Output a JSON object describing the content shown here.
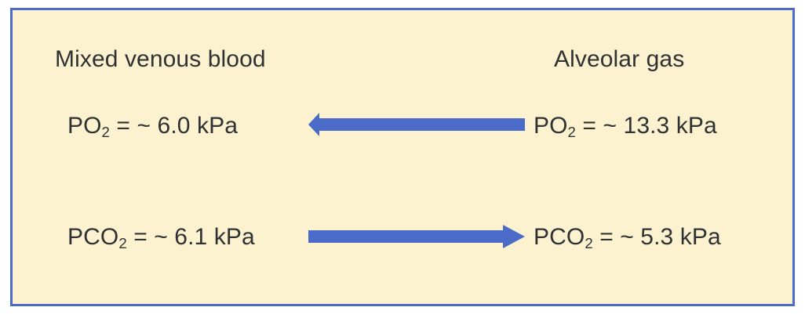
{
  "panel": {
    "background_color": "#fcf2cf",
    "border_color": "#4a6cc8",
    "text_color": "#2f3133",
    "arrow_color": "#4a6cc8"
  },
  "columns": {
    "left_heading": "Mixed venous blood",
    "right_heading": "Alveolar gas"
  },
  "rows": [
    {
      "gas_symbol": "PO",
      "gas_subscript": "2",
      "left_prefix": "PO",
      "left_subscript": "2",
      "left_value": " = ~ 6.0 kPa",
      "right_prefix": "PO",
      "right_subscript": "2",
      "right_value": " = ~ 13.3 kPa",
      "arrow_direction": "left",
      "arrow_name": "oxygen-diffusion-arrow"
    },
    {
      "gas_symbol": "PCO",
      "gas_subscript": "2",
      "left_prefix": "PCO",
      "left_subscript": "2",
      "left_value": " = ~ 6.1 kPa",
      "right_prefix": "PCO",
      "right_subscript": "2",
      "right_value": " = ~ 5.3 kPa",
      "arrow_direction": "right",
      "arrow_name": "carbon-dioxide-diffusion-arrow"
    }
  ],
  "labels": {
    "po2_venous_prefix": "PO",
    "po2_venous_sub": "2",
    "po2_venous_rest": " = ~ 6.0 kPa",
    "po2_alveolar_prefix": "PO",
    "po2_alveolar_sub": "2",
    "po2_alveolar_rest": " = ~ 13.3 kPa",
    "pco2_venous_prefix": "PCO",
    "pco2_venous_sub": "2",
    "pco2_venous_rest": " = ~ 6.1 kPa",
    "pco2_alveolar_prefix": "PCO",
    "pco2_alveolar_sub": "2",
    "pco2_alveolar_rest": " = ~ 5.3 kPa"
  }
}
